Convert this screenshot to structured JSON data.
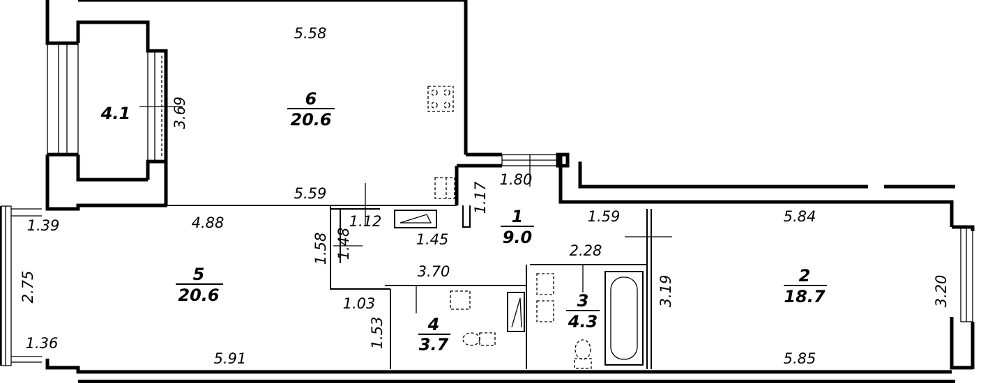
{
  "rooms": [
    {
      "id": "balcony",
      "area": "4.1"
    },
    {
      "id": "kitchen",
      "number": "6",
      "area": "20.6"
    },
    {
      "id": "living",
      "number": "5",
      "area": "20.6"
    },
    {
      "id": "hall",
      "number": "1",
      "area": "9.0"
    },
    {
      "id": "wc",
      "number": "4",
      "area": "3.7"
    },
    {
      "id": "bath",
      "number": "3",
      "area": "4.3"
    },
    {
      "id": "bedroom",
      "number": "2",
      "area": "18.7"
    }
  ],
  "dimensions": [
    "5.58",
    "3.69",
    "5.59",
    "1.80",
    "1.17",
    "1.39",
    "4.88",
    "1.12",
    "1.45",
    "1.59",
    "5.84",
    "2.75",
    "1.58",
    "1.48",
    "3.70",
    "2.28",
    "3.19",
    "3.20",
    "1.03",
    "1.53",
    "1.36",
    "5.91",
    "5.85"
  ]
}
